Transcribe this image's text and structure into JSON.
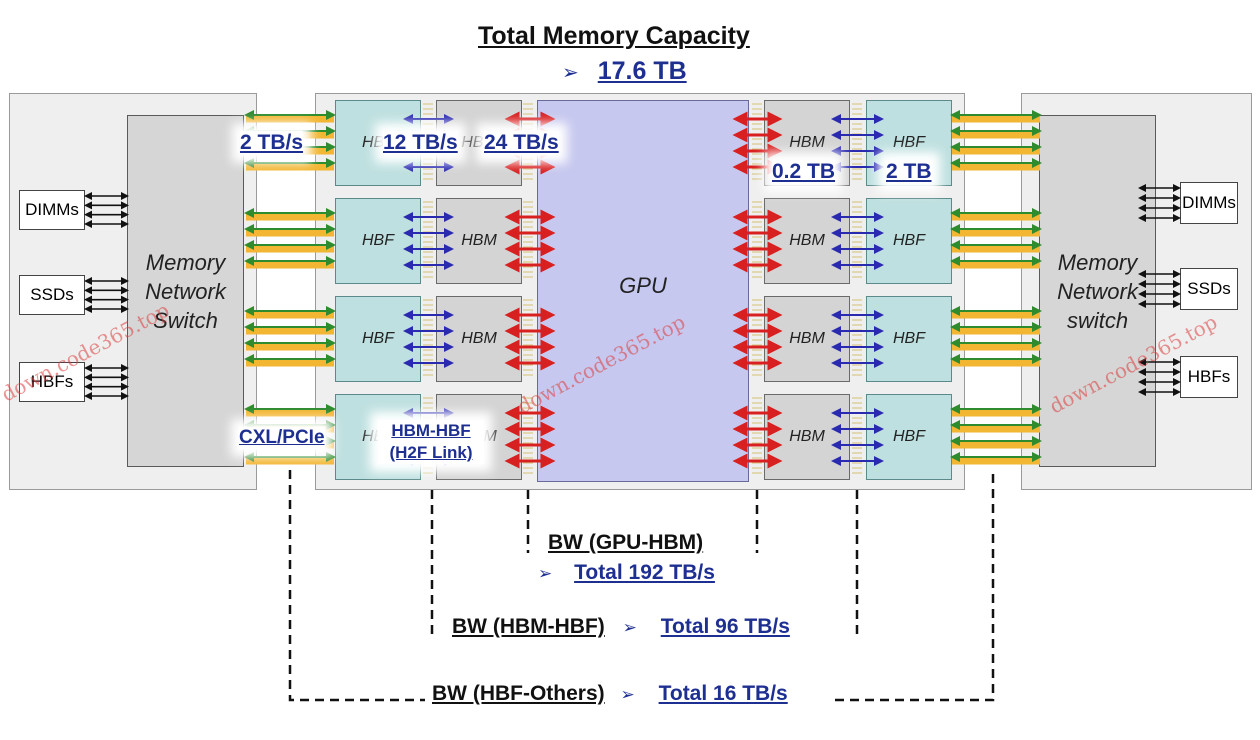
{
  "title": "Total Memory Capacity",
  "capacity": "17.6 TB",
  "gpu_label": "GPU",
  "left_switch_label": "Memory Network Switch",
  "right_switch_label": "Memory Network switch",
  "hbm_label": "HBM",
  "hbf_label": "HBF",
  "devices": {
    "dimms": "DIMMs",
    "ssds": "SSDs",
    "hbfs": "HBFs"
  },
  "annotations": {
    "cxl_bw": "2 TB/s",
    "h2f_bw": "12 TB/s",
    "gpu_hbm_bw": "24 TB/s",
    "hbm_capacity": "0.2 TB",
    "hbf_capacity": "2 TB",
    "cxl_label": "CXL/PCIe",
    "h2f_label_1": "HBM-HBF",
    "h2f_label_2": "(H2F Link)"
  },
  "bw_gpu_hbm": {
    "label": "BW (GPU-HBM)",
    "value": "Total 192 TB/s"
  },
  "bw_hbm_hbf": {
    "label": "BW (HBM-HBF)",
    "value": "Total 96 TB/s"
  },
  "bw_hbf_others": {
    "label": "BW (HBF-Others)",
    "value": "Total 16 TB/s"
  },
  "arrow_glyph": "➢",
  "watermark": "down.code365.top",
  "colors": {
    "hbm": "#d4d4d4",
    "hbf": "#bfe0e0",
    "gpu": "#c7c8ef",
    "red_arrow": "#d92020",
    "blue_arrow": "#2a2ab0",
    "green_arrow": "#2e8b2e",
    "orange_bar": "#f2b632"
  }
}
